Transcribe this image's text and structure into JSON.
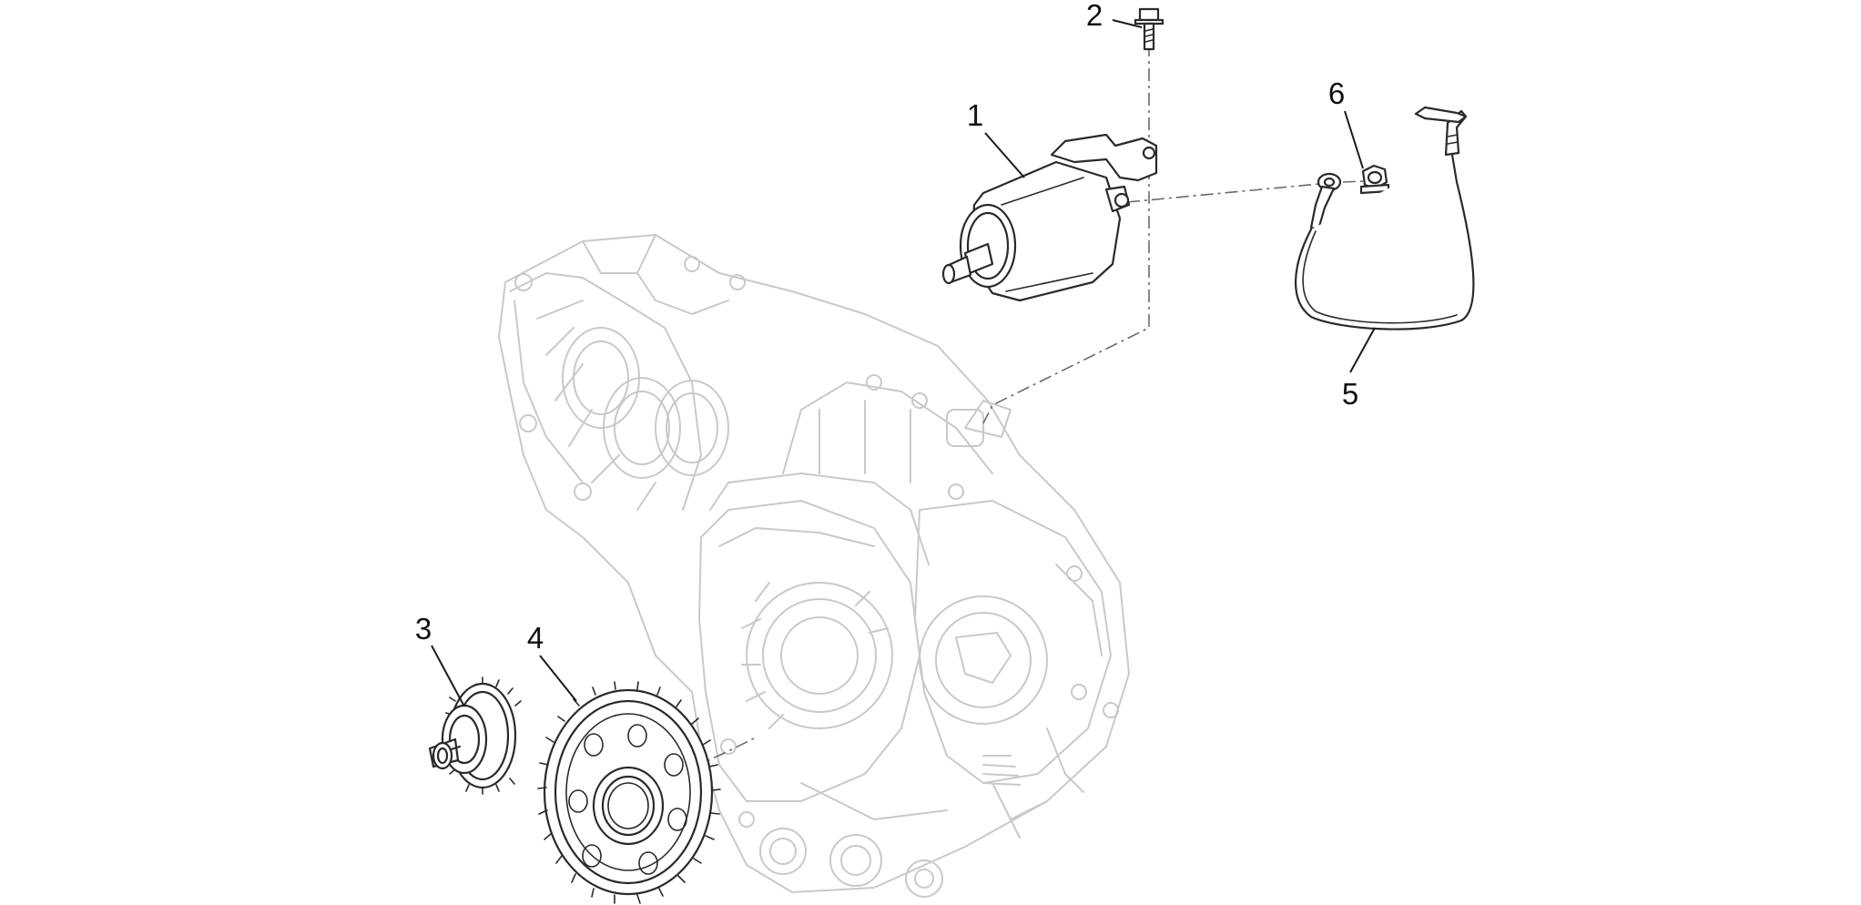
{
  "diagram": {
    "callouts": [
      {
        "id": "1",
        "label": "1"
      },
      {
        "id": "2",
        "label": "2"
      },
      {
        "id": "3",
        "label": "3"
      },
      {
        "id": "4",
        "label": "4"
      },
      {
        "id": "5",
        "label": "5"
      },
      {
        "id": "6",
        "label": "6"
      }
    ]
  },
  "colors": {
    "line": "#2a2a2a",
    "ghost_line": "#c9c9c9",
    "background": "#ffffff"
  }
}
